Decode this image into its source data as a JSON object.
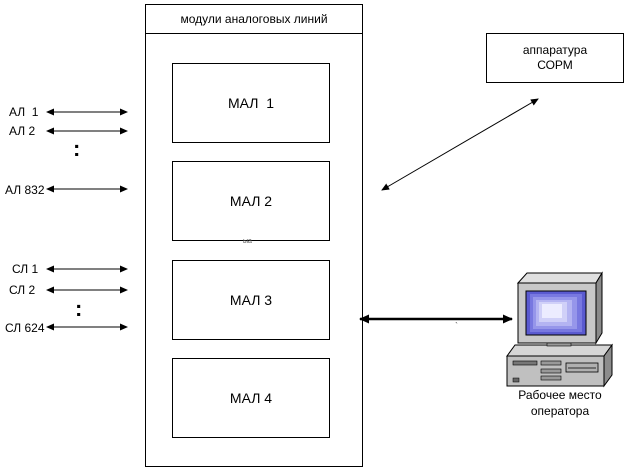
{
  "container_title": "модули аналоговых линий",
  "modules": [
    "МАЛ  1",
    "МАЛ 2",
    "МАЛ 3",
    "МАЛ 4"
  ],
  "analog_lines": [
    "АЛ  1",
    "АЛ 2",
    "АЛ 832"
  ],
  "subscriber_lines": [
    "СЛ 1",
    "СЛ 2",
    "СЛ 624"
  ],
  "ellipsis": ":",
  "sorm_box": "аппаратура\nСОРМ",
  "operator_caption": "Рабочее место\nоператора"
}
